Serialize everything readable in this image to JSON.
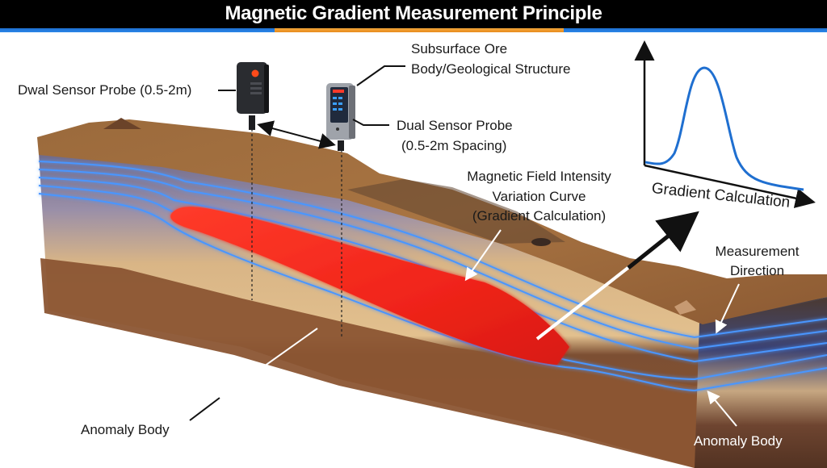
{
  "header": {
    "title": "Magnetic Gradient Measurement Principle",
    "bar_color": "#000000",
    "rule_color": "#2a86e8",
    "rule_accent_color": "#f0a030"
  },
  "labels": {
    "left_probe": "Dwal Sensor Probe (0.5-2m)",
    "ore_body_line1": "Subsurface Ore",
    "ore_body_line2": "Body/Geological Structure",
    "dual_probe_line1": "Dual Sensor Probe",
    "dual_probe_line2": "(0.5-2m Spacing)",
    "curve_line1": "Magnetic Field Intensity",
    "curve_line2": "Variation Curve",
    "curve_line3": "(Gradient Calculation)",
    "inset_axis_label": "Gradient Calculation",
    "direction_line1": "Measurement",
    "direction_line2": "Direction",
    "anomaly_left": "Anomaly Body",
    "anomaly_right": "Anomaly Body"
  },
  "colors": {
    "field_lines": "#3f8cff",
    "anomaly": "#f0281c",
    "soil_top": "#a9733f",
    "soil_mid": "#d8b07c",
    "soil_deep": "#8a5634",
    "curve": "#1f6fd0"
  },
  "inset_chart": {
    "type": "line",
    "description": "Bell-shaped gradient peak curve",
    "xlabel": "Gradient Calculation",
    "ylabel": ""
  }
}
